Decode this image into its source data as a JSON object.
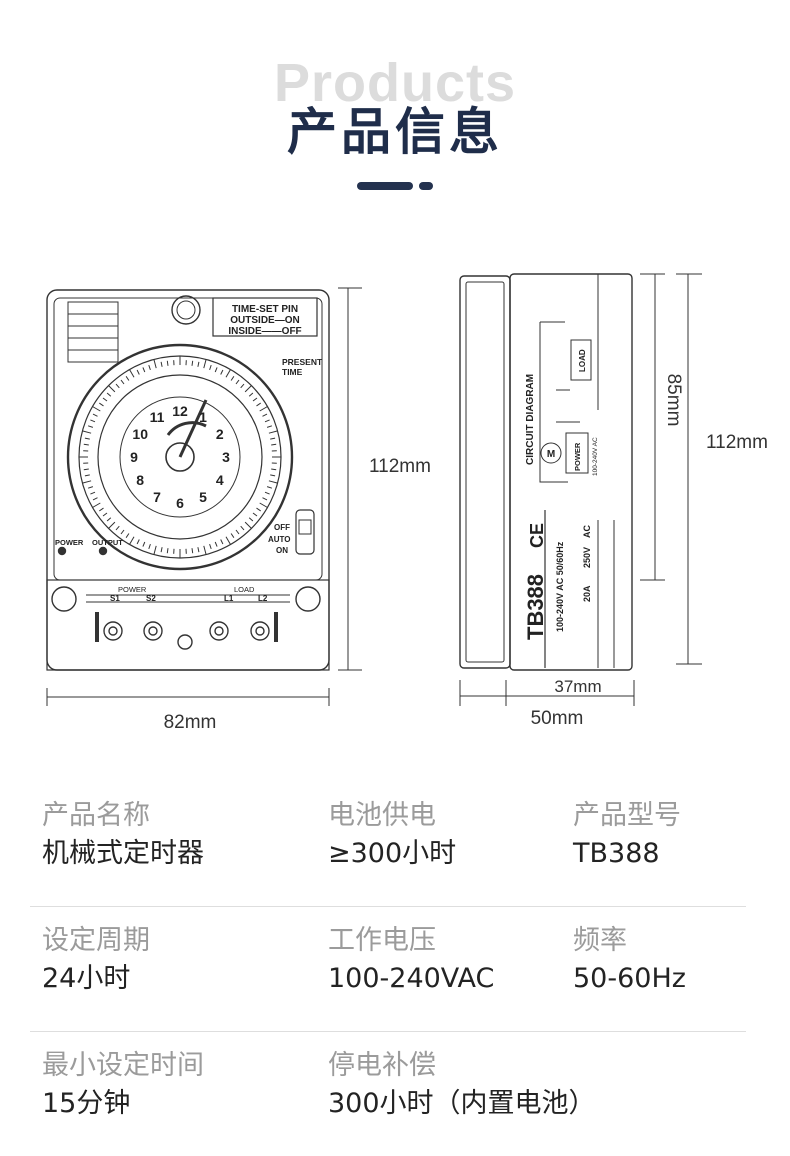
{
  "header": {
    "bg_word": "Products",
    "title": "产品信息"
  },
  "diagram": {
    "front": {
      "pin_title": "TIME-SET PIN",
      "pin_outside": "OUTSIDE—ON",
      "pin_inside": "INSIDE——OFF",
      "present_time": "PRESENT",
      "present_time2": "TIME",
      "switch_off": "OFF",
      "switch_auto": "AUTO",
      "switch_on": "ON",
      "power": "POWER",
      "output": "OUTPUT",
      "terminal_power": "POWER",
      "terminal_load": "LOAD",
      "s1": "S1",
      "s2": "S2",
      "l1": "L1",
      "l2": "L2",
      "hours": [
        "12",
        "1",
        "2",
        "3",
        "4",
        "5",
        "6",
        "7",
        "8",
        "9",
        "10",
        "11"
      ],
      "width_dim": "82mm",
      "height_dim": "112mm"
    },
    "side": {
      "circuit": "CIRCUIT DIAGRAM",
      "load": "LOAD",
      "power": "POWER",
      "power_rating": "100-240V AC",
      "motor": "M",
      "model": "TB388",
      "ce": "CE",
      "spec1": "100-240V AC 50/60Hz",
      "spec2": "20A",
      "spec3": "250V",
      "spec4": "AC",
      "dim_height_inner": "85mm",
      "dim_height_outer": "112mm",
      "dim_width_inner": "37mm",
      "dim_width_outer": "50mm"
    }
  },
  "specs": [
    [
      {
        "label": "产品名称",
        "value": "机械式定时器"
      },
      {
        "label": "电池供电",
        "value": "≥300小时"
      },
      {
        "label": "产品型号",
        "value": "TB388"
      }
    ],
    [
      {
        "label": "设定周期",
        "value": "24小时"
      },
      {
        "label": "工作电压",
        "value": "100-240VAC"
      },
      {
        "label": "频率",
        "value": "50-60Hz"
      }
    ],
    [
      {
        "label": "最小设定时间",
        "value": "15分钟"
      },
      {
        "label": "停电补偿",
        "value": "300小时（内置电池）"
      }
    ]
  ],
  "colors": {
    "title": "#1f2d4a",
    "accent": "#24324f",
    "label": "#9b9b9b",
    "value": "#232323",
    "line": "#333333"
  }
}
